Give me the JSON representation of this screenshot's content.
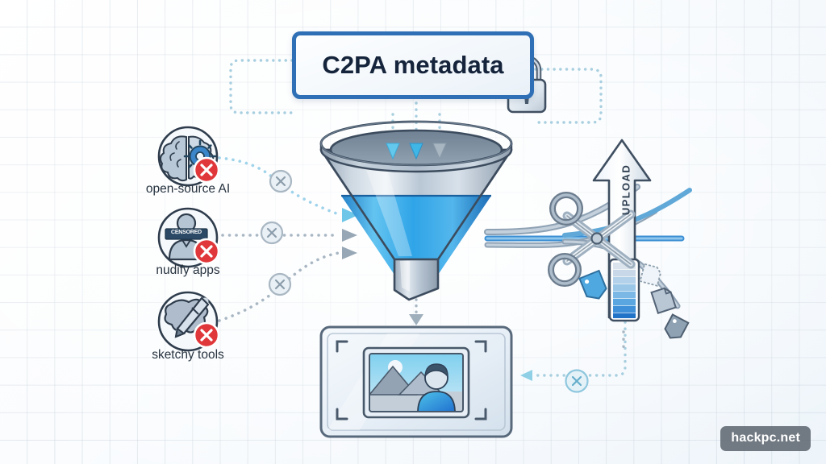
{
  "page": {
    "title": "C2PA metadata stripping infographic",
    "background_color": "#f4f8fc",
    "grid_color": "#aabac8"
  },
  "banner": {
    "label": "C2PA metadata",
    "border_color": "#2f6fb5",
    "text_color": "#15243b",
    "lock_icon": "lock-icon"
  },
  "sources": [
    {
      "label": "open-source AI",
      "icon": "brain-gear-icon",
      "badge": "red-x-badge",
      "badge_color": "#e0373a"
    },
    {
      "label": "nudify apps",
      "icon": "censored-person-icon",
      "badge": "red-x-badge",
      "badge_color": "#e0373a",
      "censor_text": "CENSORED"
    },
    {
      "label": "sketchy tools",
      "icon": "paintbrush-splat-icon",
      "badge": "red-x-badge",
      "badge_color": "#e0373a"
    }
  ],
  "funnel": {
    "name": "metadata-funnel",
    "liquid_color": "#2a9ee8",
    "body_color": "#b9c6d2",
    "inflow_arrows": [
      "arrow-down-blue",
      "arrow-down-blue",
      "arrow-down-gray"
    ],
    "outflow_arrow": "arrow-down-gray"
  },
  "cutter": {
    "name": "metadata-strip-cutter",
    "scissors_icon": "scissors-icon",
    "upload_label": "UPLOAD",
    "upload_icon": "upload-arrow-icon",
    "progress_bar": "upload-progress-bar",
    "progress_segments": 8,
    "fragments": [
      "file-fragment",
      "tag-fragment",
      "file-fragment",
      "tag-fragment"
    ],
    "strand_color": "#7e93a9",
    "accent_color": "#3b8fd4"
  },
  "output": {
    "name": "verified-image-frame",
    "frame_icon": "photo-frame-icon",
    "photo_contents": [
      "sun",
      "mountains",
      "person"
    ],
    "corner_brackets": 4
  },
  "connectors": {
    "blocked_marker": "x-circle-marker",
    "blocked_marker_count": 4,
    "dot_color_gray": "#a9b7c3",
    "dot_color_blue": "#9fd3ea"
  },
  "watermark": {
    "label": "hackpc.net"
  }
}
